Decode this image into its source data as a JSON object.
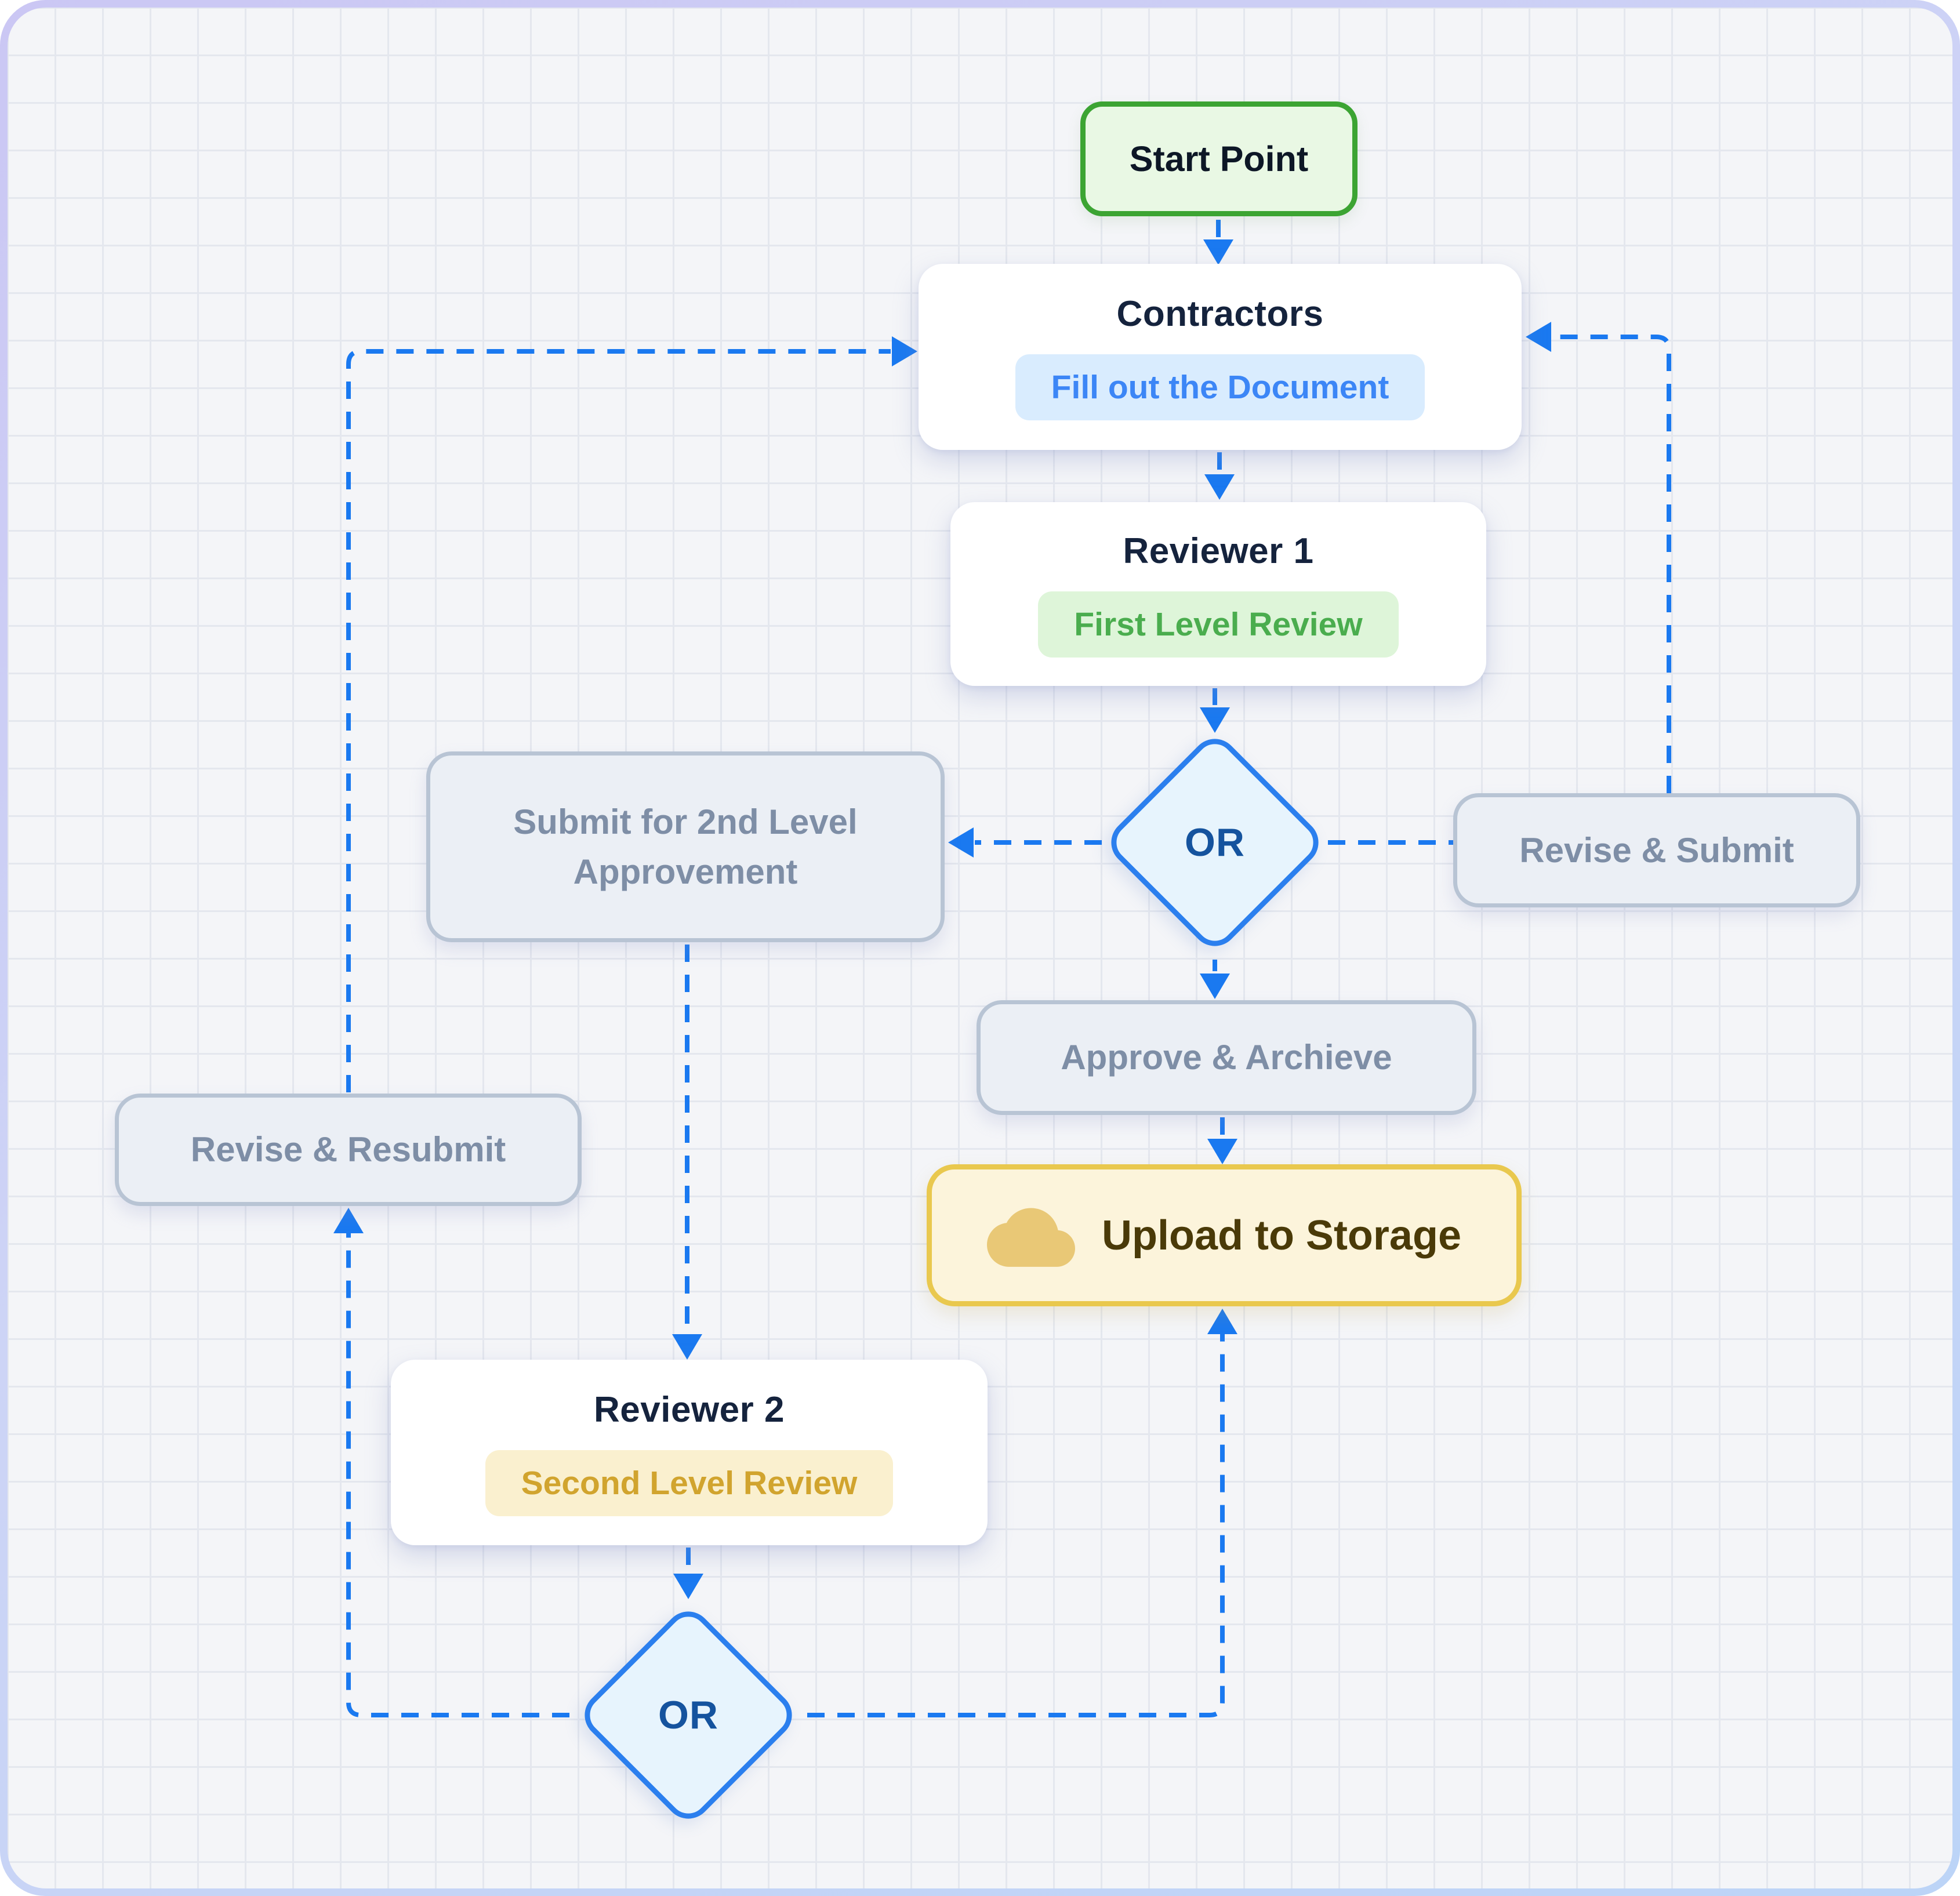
{
  "diagram": {
    "type": "flowchart",
    "connector_color": "#1a79f0",
    "frame_gradient": [
      "#cbc7f4",
      "#bcd4f7"
    ],
    "canvas_background": "#f4f5f8",
    "grid_line_color": "#e4e7ee"
  },
  "nodes": {
    "start_point": {
      "label": "Start Point",
      "bg": "#e9f8e4",
      "border": "#3ca433",
      "text_color": "#0d1726"
    },
    "contractors": {
      "title": "Contractors",
      "badge": "Fill out the Document",
      "badge_bg": "#d9ecfe",
      "badge_text_color": "#3c86f6"
    },
    "reviewer1": {
      "title": "Reviewer 1",
      "badge": "First Level Review",
      "badge_bg": "#def5d9",
      "badge_text_color": "#4aad4e"
    },
    "or1": {
      "label": "OR",
      "bg": "#e7f4fd",
      "border": "#2b7fee",
      "text_color": "#15539e"
    },
    "submit_second_level": {
      "line1": "Submit for 2nd Level",
      "line2": "Approvement",
      "bg": "#ebeff5",
      "border": "#b8c4d4",
      "text_color": "#7e8ea6"
    },
    "revise_submit": {
      "label": "Revise & Submit"
    },
    "approve_archive": {
      "label": "Approve & Archieve"
    },
    "revise_resubmit": {
      "label": "Revise & Resubmit"
    },
    "upload_storage": {
      "label": "Upload to Storage",
      "icon": "cloud-icon",
      "bg": "#fcf4db",
      "border": "#e9c84e",
      "text_color": "#4a3a08",
      "icon_color": "#e9c876"
    },
    "reviewer2": {
      "title": "Reviewer 2",
      "badge": "Second Level Review",
      "badge_bg": "#faf0cf",
      "badge_text_color": "#d1a42e"
    },
    "or2": {
      "label": "OR"
    }
  },
  "connections": [
    {
      "from": "start_point",
      "to": "contractors"
    },
    {
      "from": "contractors",
      "to": "reviewer1"
    },
    {
      "from": "reviewer1",
      "to": "or1"
    },
    {
      "from": "or1",
      "to": "submit_second_level"
    },
    {
      "from": "or1",
      "to": "revise_submit"
    },
    {
      "from": "revise_submit",
      "to": "contractors"
    },
    {
      "from": "or1",
      "to": "approve_archive"
    },
    {
      "from": "approve_archive",
      "to": "upload_storage"
    },
    {
      "from": "submit_second_level",
      "to": "reviewer2"
    },
    {
      "from": "reviewer2",
      "to": "or2"
    },
    {
      "from": "or2",
      "to": "revise_resubmit"
    },
    {
      "from": "revise_resubmit",
      "to": "contractors"
    },
    {
      "from": "or2",
      "to": "upload_storage"
    }
  ]
}
